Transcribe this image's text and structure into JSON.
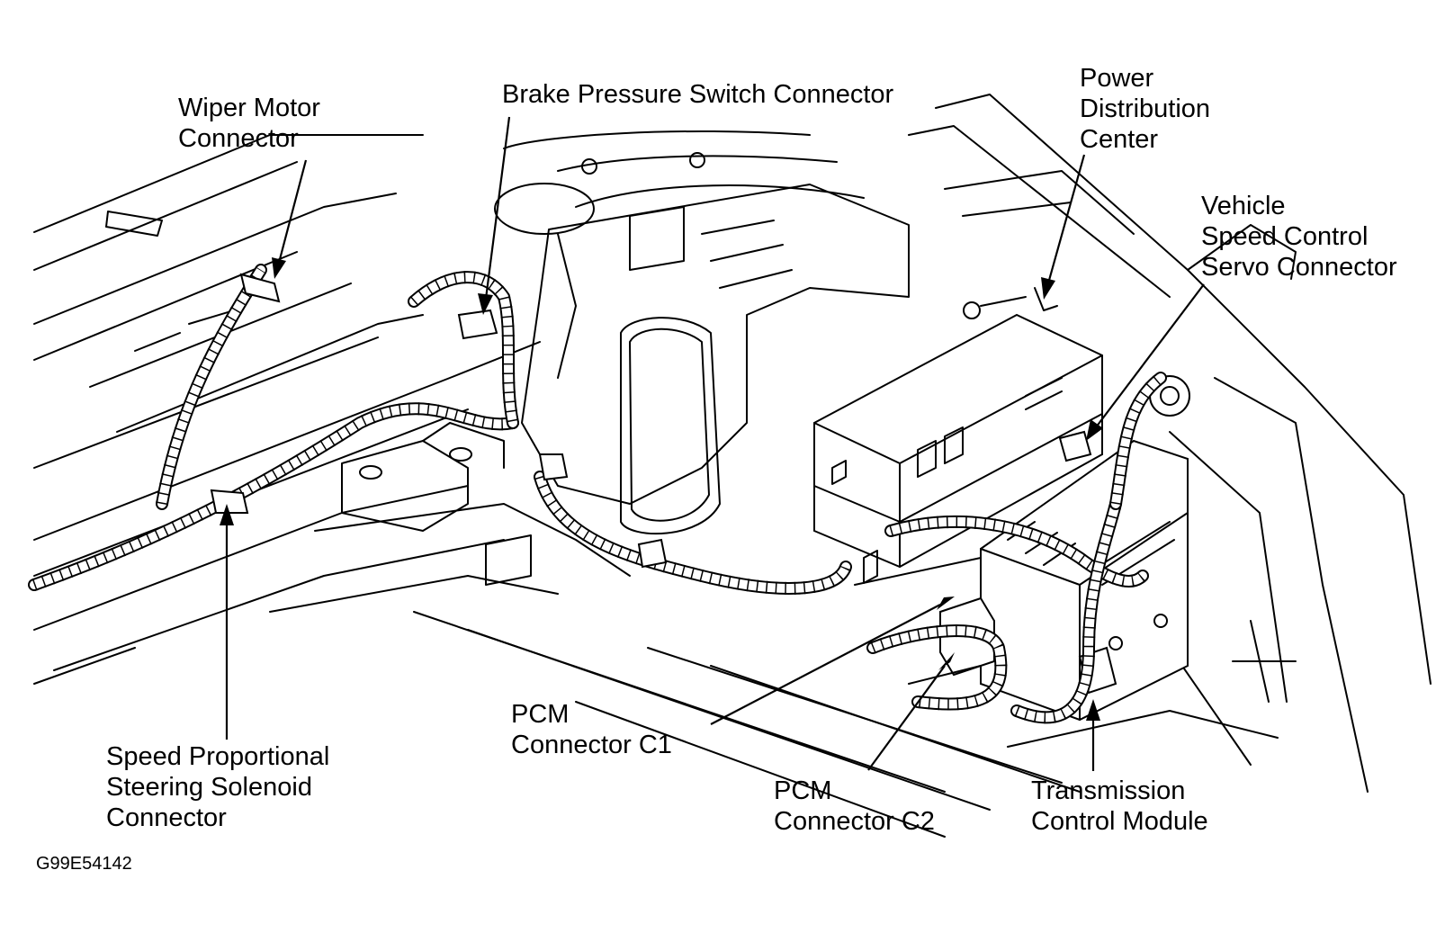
{
  "callouts": {
    "wiper_motor_connector": "Wiper Motor\nConnector",
    "brake_pressure_switch_connector": "Brake Pressure Switch Connector",
    "power_distribution_center": "Power\nDistribution\nCenter",
    "vehicle_speed_control_servo_connector": "Vehicle\nSpeed Control\nServo Connector",
    "speed_proportional_steering_solenoid_connector": "Speed Proportional\nSteering Solenoid\nConnector",
    "pcm_connector_c1": "PCM\nConnector C1",
    "pcm_connector_c2": "PCM\nConnector C2",
    "transmission_control_module": "Transmission\nControl Module"
  },
  "figure_code": "G99E54142"
}
